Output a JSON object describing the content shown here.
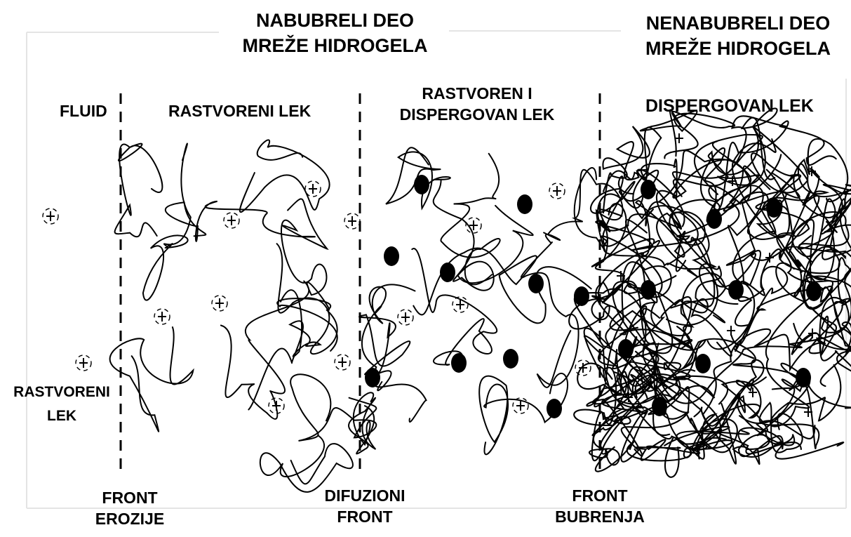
{
  "diagram": {
    "headers": {
      "swollen": [
        "NABUBRELI DEO",
        "MREŽE HIDROGELA"
      ],
      "unswollen": [
        "NENABUBRELI DEO",
        "MREŽE HIDROGELA"
      ]
    },
    "zones": {
      "fluid": "FLUID",
      "dissolved": "RASTVORENI LEK",
      "dissolved_dispersed": [
        "RASTVOREN I",
        "DISPERGOVAN LEK"
      ],
      "dispersed": "DISPERGOVAN LEK"
    },
    "side_label": [
      "RASTVORENI",
      "LEK"
    ],
    "fronts": {
      "erosion": [
        "FRONT",
        "EROZIJE"
      ],
      "diffusion": [
        "DIFUZIONI",
        "FRONT"
      ],
      "swelling": [
        "FRONT",
        "BUBRENJA"
      ]
    },
    "colors": {
      "ink": "#000000",
      "frame": "#e4e4e4",
      "background": "#ffffff"
    },
    "particle_types": {
      "dissolved_drug": "plus-in-dashed-circle",
      "dispersed_drug": "filled-black-ellipse",
      "polymer_chain": "wavy-curve"
    }
  }
}
